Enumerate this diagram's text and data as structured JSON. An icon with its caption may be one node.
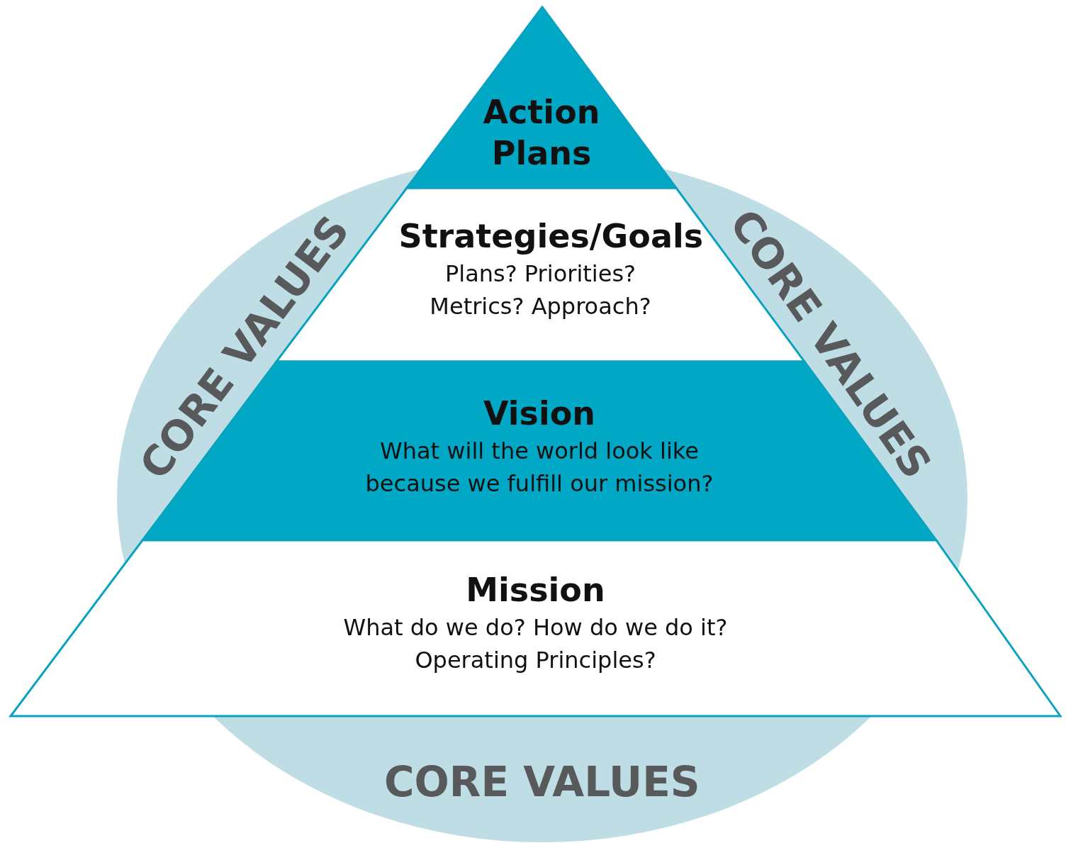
{
  "diagram": {
    "nodes": [
      {
        "text": [
          "CORE VALUES",
          "CORE VALUES",
          "CORE VALUES"
        ]
      },
      {
        "text": [
          "Action Plans"
        ]
      },
      {
        "text": [
          "Strategies/Goals",
          "Plans? Priorities? Metrics? Approach?"
        ],
        "in": 0
      },
      {
        "text": [
          "Vision",
          "What will the world look like because we fulfill our mission?"
        ],
        "in": 0
      },
      {
        "text": [
          "Mission",
          "What do we do? How do we do it? Operating Principles?"
        ]
      }
    ],
    "edges": []
  }
}
